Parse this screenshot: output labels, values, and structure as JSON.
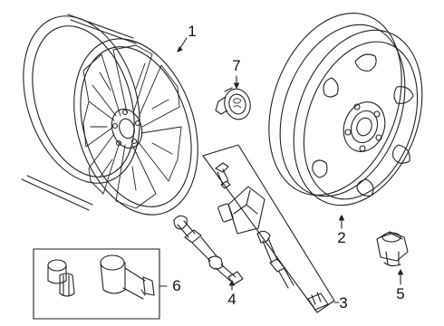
{
  "callouts": {
    "c1": "1",
    "c2": "2",
    "c3": "3",
    "c4": "4",
    "c5": "5",
    "c6": "6",
    "c7": "7"
  },
  "parts": [
    {
      "id": "alloy-wheel",
      "callout": "1"
    },
    {
      "id": "spare-steel-wheel",
      "callout": "2"
    },
    {
      "id": "tpms-sensor-kit",
      "callout": "3"
    },
    {
      "id": "tpms-valve-stem",
      "callout": "4"
    },
    {
      "id": "lug-nut",
      "callout": "5"
    },
    {
      "id": "wheel-lock-kit",
      "callout": "6"
    },
    {
      "id": "center-cap",
      "callout": "7"
    }
  ],
  "colors": {
    "line": "#222222",
    "background": "#ffffff"
  }
}
